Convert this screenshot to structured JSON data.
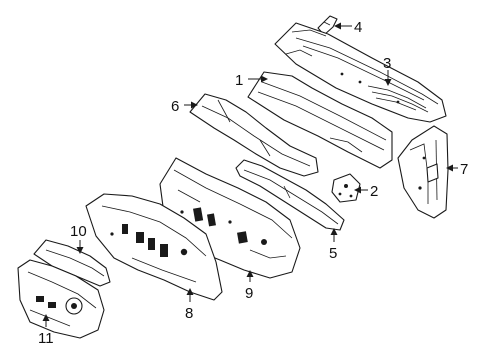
{
  "diagram": {
    "callouts": [
      {
        "id": "callout-1",
        "number": "1"
      },
      {
        "id": "callout-2",
        "number": "2"
      },
      {
        "id": "callout-3",
        "number": "3"
      },
      {
        "id": "callout-4",
        "number": "4"
      },
      {
        "id": "callout-5",
        "number": "5"
      },
      {
        "id": "callout-6",
        "number": "6"
      },
      {
        "id": "callout-7",
        "number": "7"
      },
      {
        "id": "callout-8",
        "number": "8"
      },
      {
        "id": "callout-9",
        "number": "9"
      },
      {
        "id": "callout-10",
        "number": "10"
      },
      {
        "id": "callout-11",
        "number": "11"
      }
    ],
    "colors": {
      "line": "#1a1a1a",
      "background": "#ffffff"
    }
  }
}
